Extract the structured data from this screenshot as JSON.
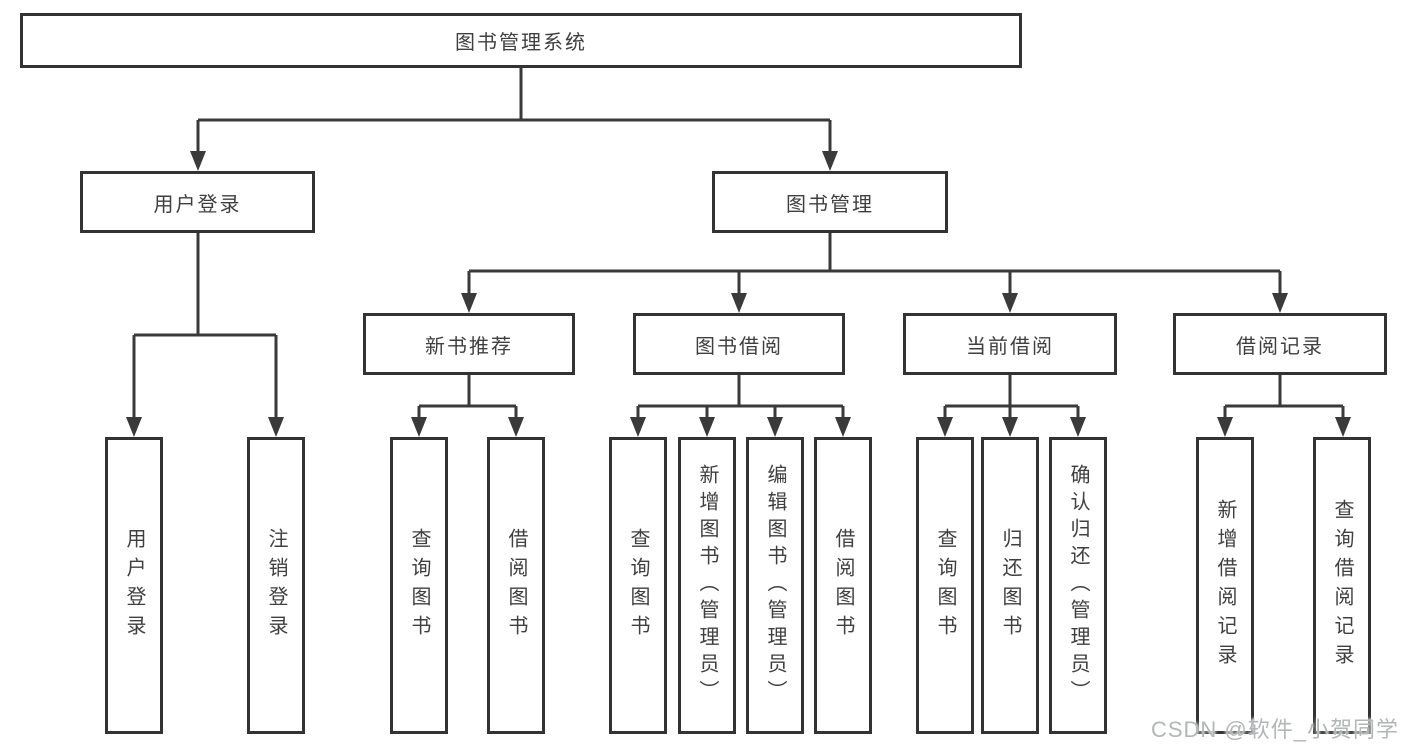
{
  "diagram": {
    "title_node": {
      "label": "图书管理系统"
    },
    "branches": [
      {
        "label": "用户登录"
      },
      {
        "label": "图书管理"
      }
    ],
    "groups": [
      {
        "label": "新书推荐",
        "parent": "图书管理"
      },
      {
        "label": "图书借阅",
        "parent": "图书管理"
      },
      {
        "label": "当前借阅",
        "parent": "图书管理"
      },
      {
        "label": "借阅记录",
        "parent": "图书管理"
      }
    ],
    "leaves": [
      {
        "label": "用户登录",
        "parent": "用户登录"
      },
      {
        "label": "注销登录",
        "parent": "用户登录"
      },
      {
        "label": "查询图书",
        "parent": "新书推荐"
      },
      {
        "label": "借阅图书",
        "parent": "新书推荐"
      },
      {
        "label": "查询图书",
        "parent": "图书借阅"
      },
      {
        "label": "新增图书（管理员）",
        "parent": "图书借阅"
      },
      {
        "label": "编辑图书（管理员）",
        "parent": "图书借阅"
      },
      {
        "label": "借阅图书",
        "parent": "图书借阅"
      },
      {
        "label": "查询图书",
        "parent": "当前借阅"
      },
      {
        "label": "归还图书",
        "parent": "当前借阅"
      },
      {
        "label": "确认归还（管理员）",
        "parent": "当前借阅"
      },
      {
        "label": "新增借阅记录",
        "parent": "借阅记录"
      },
      {
        "label": "查询借阅记录",
        "parent": "借阅记录"
      }
    ]
  },
  "watermark": {
    "text": "CSDN @软件_小贺同学"
  },
  "colors": {
    "line": "#3a3a3a",
    "box_border": "#333333",
    "text": "#3f3f3f",
    "watermark": "#b2b6b6",
    "background": "#ffffff"
  }
}
